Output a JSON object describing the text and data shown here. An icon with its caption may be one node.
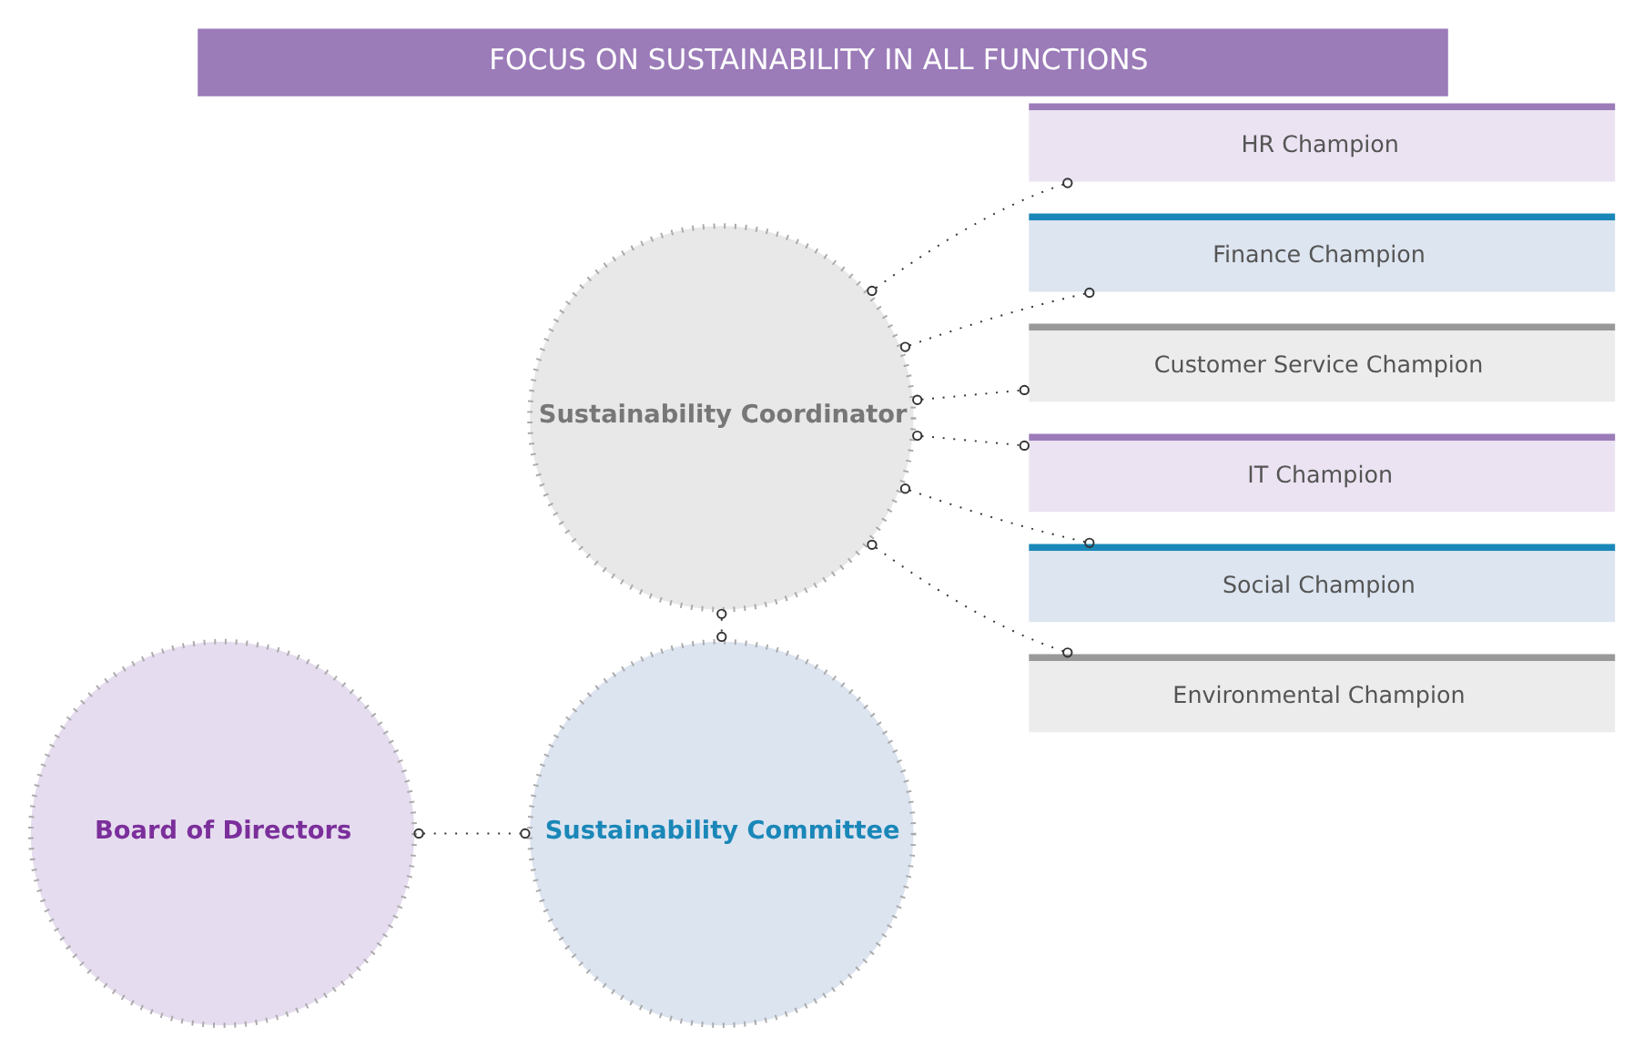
{
  "diagram": {
    "title": "FOCUS ON SUSTAINABILITY IN ALL FUNCTIONS",
    "nodes": [
      {
        "text": [
          "Sustainability Coordinator"
        ]
      },
      {
        "text": [
          "Board of Directors"
        ]
      },
      {
        "text": [
          "Sustainability Committee"
        ]
      },
      {
        "text": [
          "HR Champion"
        ]
      },
      {
        "text": [
          "Finance Champion"
        ]
      },
      {
        "text": [
          "Customer Service Champion"
        ]
      },
      {
        "text": [
          "IT Champion"
        ]
      },
      {
        "text": [
          "Social Champion"
        ]
      },
      {
        "text": [
          "Environmental Champion"
        ]
      }
    ],
    "edges": [
      {
        "from": 1,
        "to": 2,
        "arrow": "other",
        "style": "dashed"
      },
      {
        "from": 0,
        "to": 2,
        "arrow": "other",
        "style": "dashed"
      },
      {
        "from": 0,
        "to": 3,
        "arrow": "other",
        "style": "dashed"
      },
      {
        "from": 0,
        "to": 4,
        "arrow": "other",
        "style": "dashed"
      },
      {
        "from": 0,
        "to": 5,
        "arrow": "other",
        "style": "dashed"
      },
      {
        "from": 0,
        "to": 6,
        "arrow": "other",
        "style": "dashed"
      },
      {
        "from": 0,
        "to": 7,
        "arrow": "other",
        "style": "dashed"
      },
      {
        "from": 0,
        "to": 8,
        "arrow": "other",
        "style": "dashed"
      }
    ]
  }
}
